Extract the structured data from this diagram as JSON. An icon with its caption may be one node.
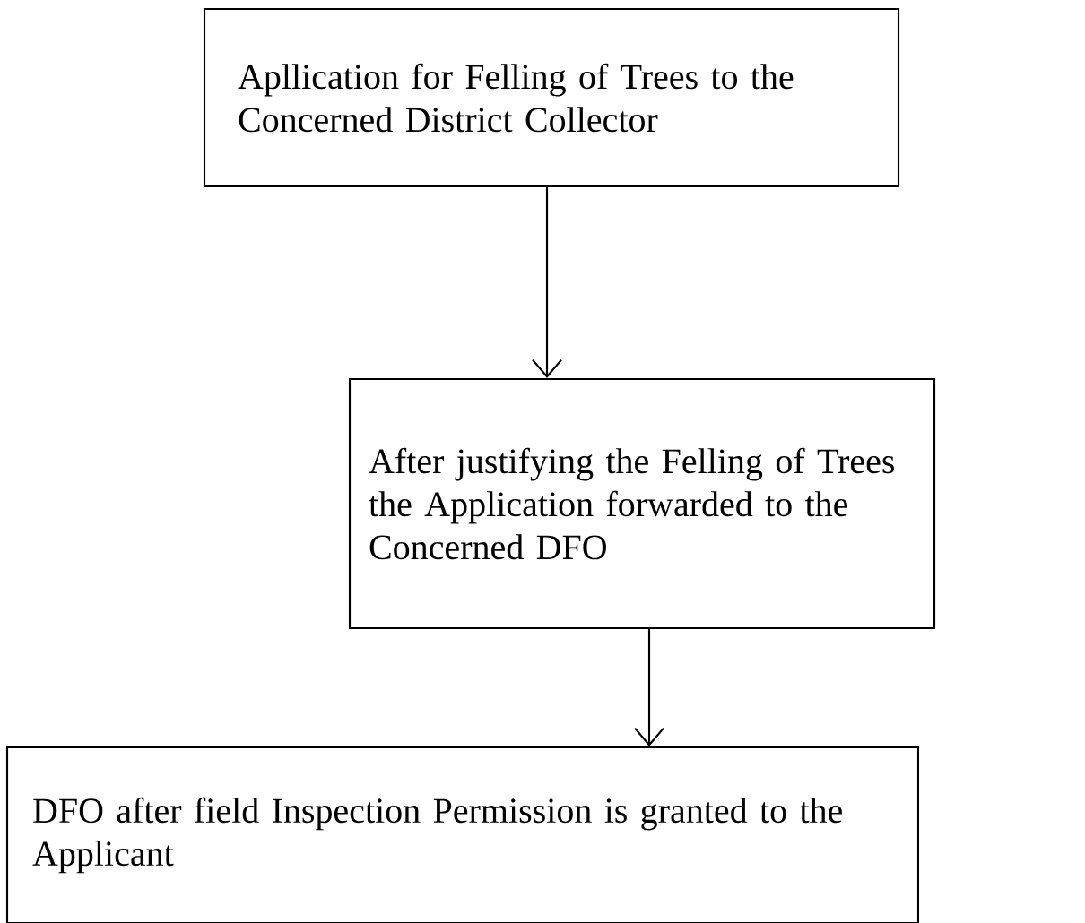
{
  "diagram": {
    "nodes": [
      {
        "text": [
          "Apllication for Felling of Trees to the Concerned District Collector"
        ]
      },
      {
        "text": [
          "After justifying the Felling of Trees the Application forwarded to the Concerned DFO"
        ]
      },
      {
        "text": [
          "DFO after field Inspection Permission is granted to the Applicant"
        ]
      }
    ],
    "edges": [
      {
        "from": 0,
        "to": 1,
        "arrow": "to"
      },
      {
        "from": 1,
        "to": 2,
        "arrow": "to"
      }
    ]
  }
}
